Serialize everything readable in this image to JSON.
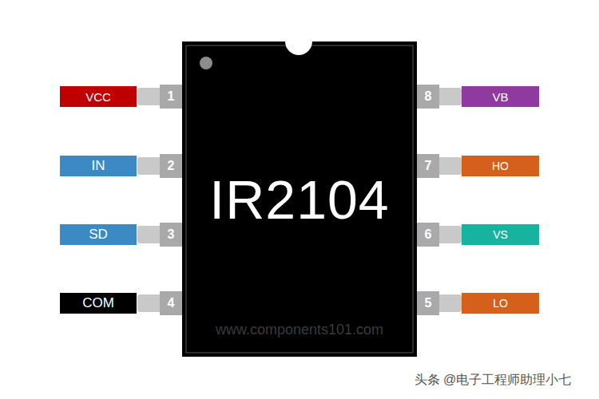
{
  "diagram": {
    "nodes": [
      {
        "text": [
          "IR2104"
        ]
      },
      {
        "text": [
          "VCC"
        ]
      },
      {
        "text": [
          "IN"
        ]
      },
      {
        "text": [
          "SD"
        ]
      },
      {
        "text": [
          "COM"
        ]
      },
      {
        "text": [
          "VB"
        ]
      },
      {
        "text": [
          "HO"
        ]
      },
      {
        "text": [
          "VS"
        ]
      },
      {
        "text": [
          "LO"
        ]
      }
    ],
    "labels": [
      "1",
      "2",
      "3",
      "4",
      "8",
      "7",
      "6",
      "5",
      "www.components101.com",
      "头条 @电子工程师助理小七"
    ]
  }
}
